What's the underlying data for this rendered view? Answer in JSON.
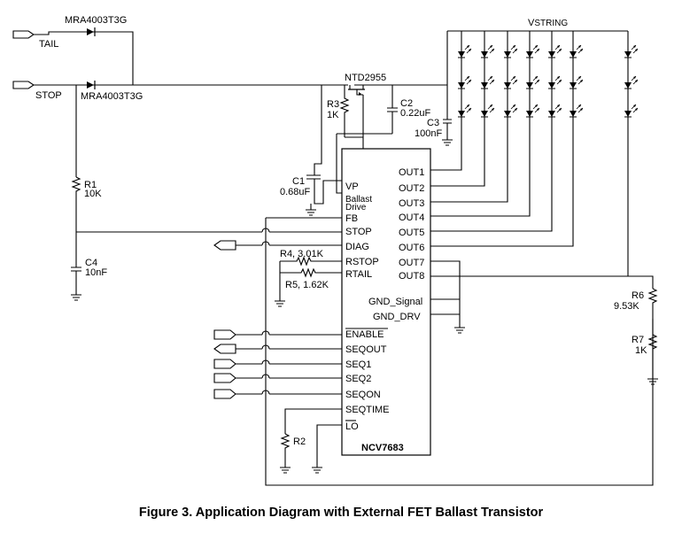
{
  "caption": "Figure 3. Application Diagram with External FET Ballast Transistor",
  "vstring": {
    "main": "V",
    "sub": "STRING"
  },
  "inputs": {
    "tail": "TAIL",
    "stop": "STOP"
  },
  "diodes": {
    "d1": "MRA4003T3G",
    "d2": "MRA4003T3G"
  },
  "fet": "NTD2955",
  "components": {
    "r3_name": "R3",
    "r3_val": "1K",
    "c2_name": "C2",
    "c2_val": "0.22uF",
    "c3_name": "C3",
    "c3_val": "100nF",
    "c1_name": "C1",
    "c1_val": "0.68uF",
    "r1_name": "R1",
    "r1_val": "10K",
    "c4_name": "C4",
    "c4_val": "10nF",
    "r4": "R4, 3.01K",
    "r5": "R5, 1.62K",
    "r6_name": "R6",
    "r6_val": "9.53K",
    "r7_name": "R7",
    "r7_val": "1K",
    "r2_name": "R2"
  },
  "ic": {
    "name": "NCV7683",
    "left_pins": [
      "VP",
      "Ballast",
      "Drive",
      "FB",
      "STOP",
      "DIAG",
      "RSTOP",
      "RTAIL",
      "ENABLE",
      "SEQOUT",
      "SEQ1",
      "SEQ2",
      "SEQON",
      "SEQTIME",
      "LO"
    ],
    "right_pins": [
      "OUT1",
      "OUT2",
      "OUT3",
      "OUT4",
      "OUT5",
      "OUT6",
      "OUT7",
      "OUT8",
      "GND_Signal",
      "GND_DRV"
    ]
  }
}
